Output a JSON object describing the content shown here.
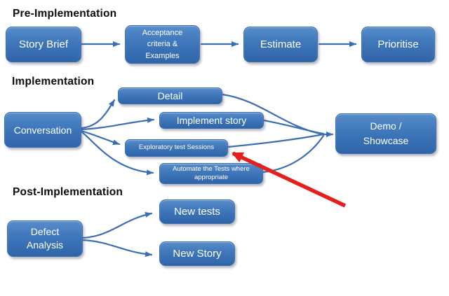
{
  "colors": {
    "box_gradient_top": "#578cc9",
    "box_gradient_bottom": "#2f64a8",
    "box_text": "#ffffff",
    "connector_blue": "#3a6eb5",
    "annotation_red": "#e3201b",
    "heading_text": "#0c0c0c",
    "background": "#ffffff"
  },
  "sections": {
    "pre": {
      "heading": "Pre-Implementation",
      "story_brief": "Story Brief",
      "acceptance": "Acceptance criteria & Examples",
      "estimate": "Estimate",
      "prioritise": "Prioritise"
    },
    "impl": {
      "heading": "Implementation",
      "conversation": "Conversation",
      "detail": "Detail",
      "implement_story": "Implement story",
      "exploratory": "Exploratory test Sessions",
      "automate": "Automate the Tests where appropriate",
      "demo": "Demo / Showcase"
    },
    "post": {
      "heading": "Post-Implementation",
      "defect_analysis": "Defect Analysis",
      "new_tests": "New tests",
      "new_story": "New Story"
    }
  },
  "edges": [
    {
      "from": "story_brief",
      "to": "acceptance"
    },
    {
      "from": "acceptance",
      "to": "estimate"
    },
    {
      "from": "estimate",
      "to": "prioritise"
    },
    {
      "from": "conversation",
      "to": "detail"
    },
    {
      "from": "conversation",
      "to": "implement_story"
    },
    {
      "from": "conversation",
      "to": "exploratory"
    },
    {
      "from": "conversation",
      "to": "automate"
    },
    {
      "from": "detail",
      "to": "demo"
    },
    {
      "from": "implement_story",
      "to": "demo"
    },
    {
      "from": "exploratory",
      "to": "demo"
    },
    {
      "from": "automate",
      "to": "demo"
    },
    {
      "from": "defect_analysis",
      "to": "new_tests"
    },
    {
      "from": "defect_analysis",
      "to": "new_story"
    }
  ],
  "annotation_arrow": {
    "color": "#e3201b",
    "points_to": "exploratory"
  }
}
